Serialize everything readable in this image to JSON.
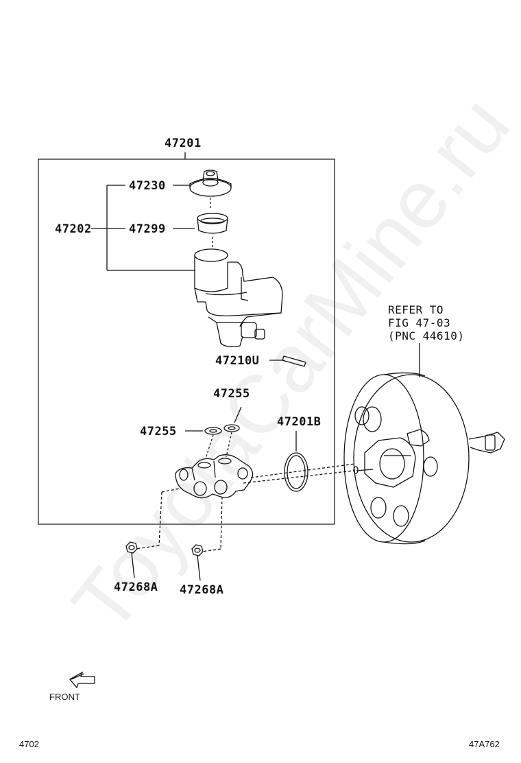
{
  "watermark": "ToyotaCarMine.ru",
  "assembly_label": "47201",
  "parts": {
    "cap": "47230",
    "strainer": "47299",
    "reservoir": "47202",
    "pin": "47210U",
    "grommet_upper": "47255",
    "grommet_lower": "47255",
    "oring": "47201B",
    "nut_left": "47268A",
    "nut_right": "47268A"
  },
  "refer_note": {
    "line1": "REFER TO",
    "line2": "FIG 47-03",
    "line3": "(PNC 44610)"
  },
  "front_label": "FRONT",
  "footer": {
    "page_code": "4702",
    "figure_code": "47A762"
  }
}
